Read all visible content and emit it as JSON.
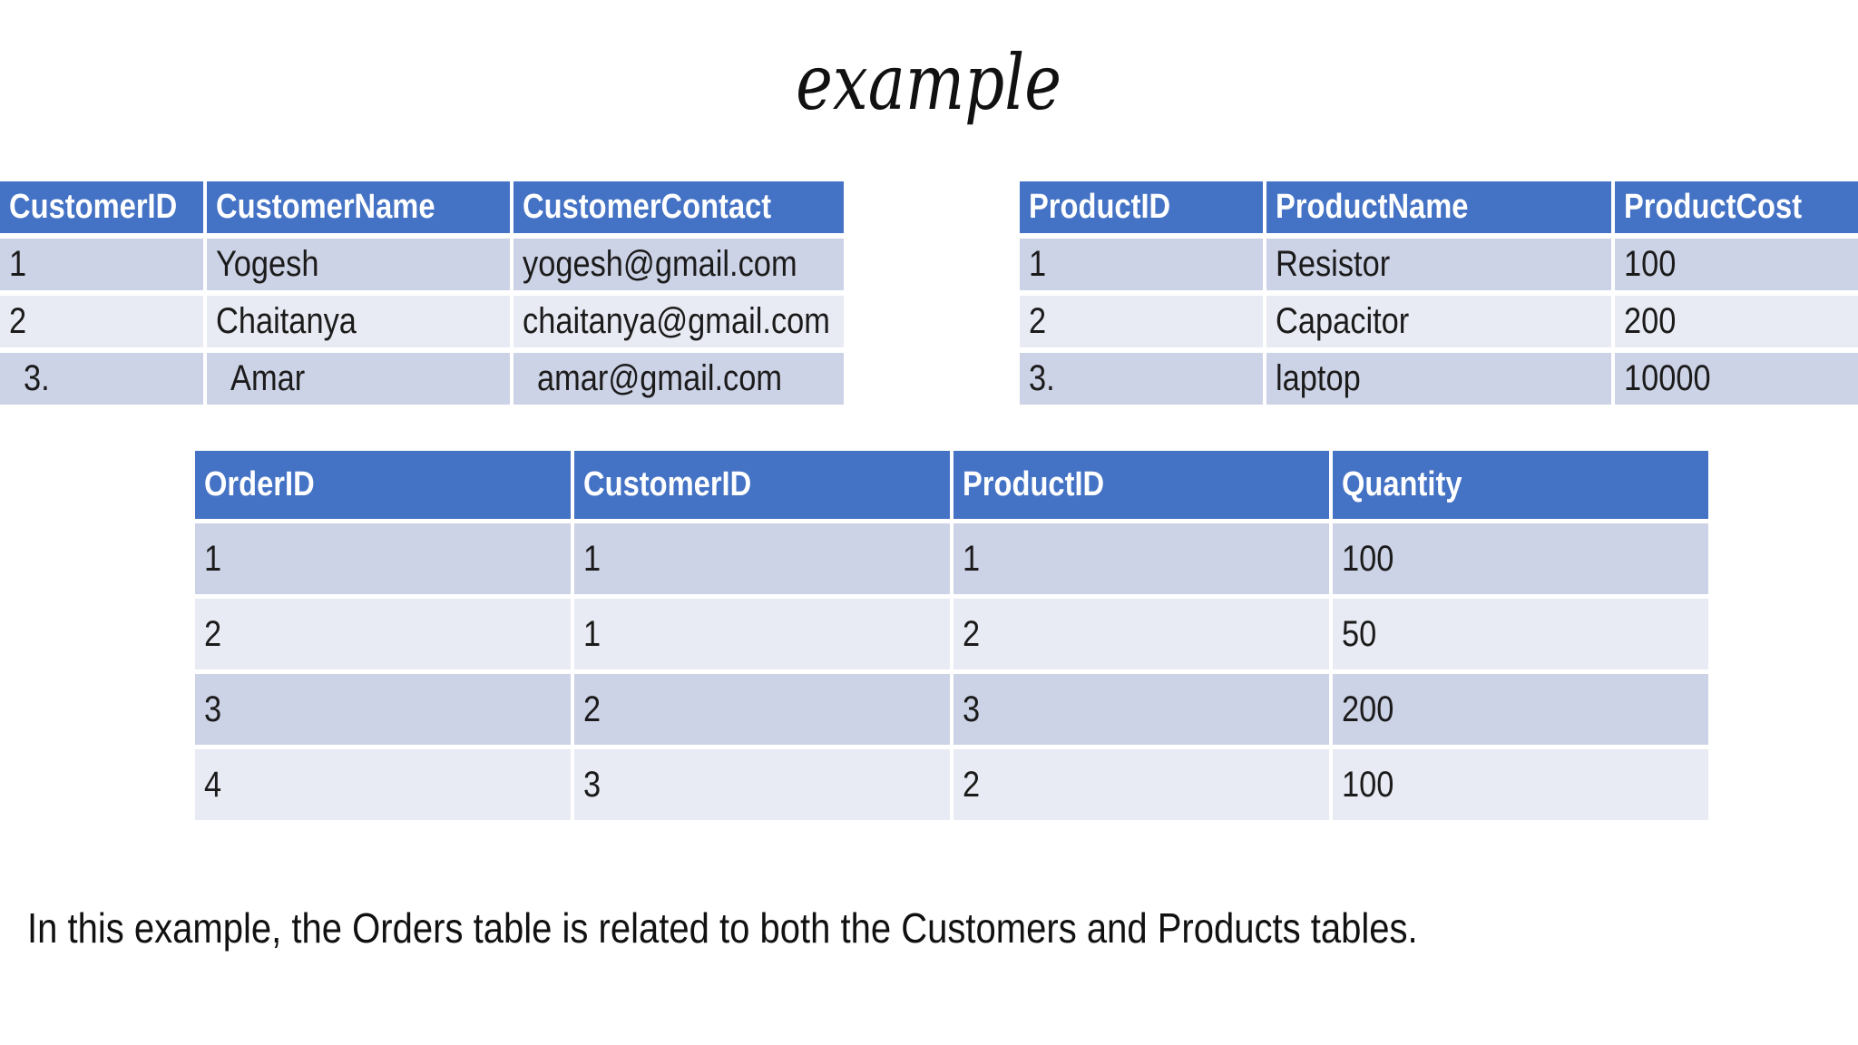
{
  "title": "example",
  "caption": "In this example, the Orders table is related to both the Customers and Products tables.",
  "colors": {
    "header_bg": "#4472C4",
    "header_text": "#FFFFFF",
    "row_band_dark": "#CDD3E6",
    "row_band_light": "#E9EBF4",
    "body_text": "#1B1B1B"
  },
  "tables": {
    "customers": {
      "headers": [
        "CustomerID",
        "CustomerName",
        "CustomerContact"
      ],
      "rows": [
        [
          "1",
          "Yogesh",
          "yogesh@gmail.com"
        ],
        [
          "2",
          "Chaitanya",
          "chaitanya@gmail.com"
        ],
        [
          "3.",
          "Amar",
          "amar@gmail.com"
        ]
      ]
    },
    "products": {
      "headers": [
        "ProductID",
        "ProductName",
        "ProductCost"
      ],
      "rows": [
        [
          "1",
          "Resistor",
          "100"
        ],
        [
          "2",
          "Capacitor",
          "200"
        ],
        [
          "3.",
          "laptop",
          "10000"
        ]
      ]
    },
    "orders": {
      "headers": [
        "OrderID",
        "CustomerID",
        "ProductID",
        "Quantity"
      ],
      "rows": [
        [
          "1",
          "1",
          "1",
          "100"
        ],
        [
          "2",
          "1",
          "2",
          "50"
        ],
        [
          "3",
          "2",
          "3",
          "200"
        ],
        [
          "4",
          "3",
          "2",
          "100"
        ]
      ]
    }
  }
}
